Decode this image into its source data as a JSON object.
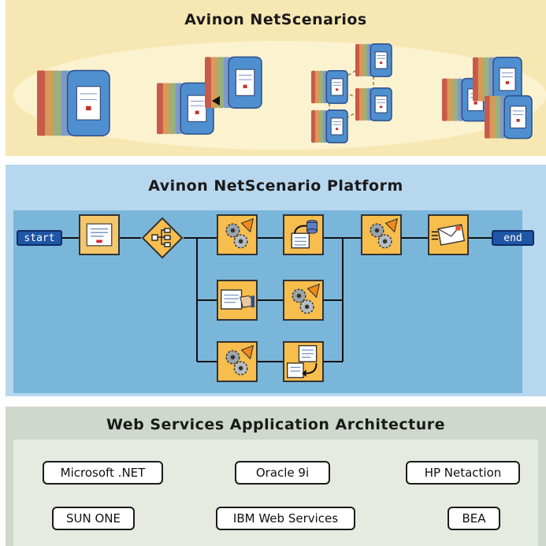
{
  "netscenarios": {
    "title": "Avinon NetScenarios"
  },
  "platform": {
    "title": "Avinon NetScenario Platform",
    "start_label": "start",
    "end_label": "end"
  },
  "architecture": {
    "title": "Web Services Application Architecture",
    "technologies": [
      "Microsoft .NET",
      "Oracle 9i",
      "HP Netaction",
      "SUN ONE",
      "IBM Web Services",
      "BEA"
    ]
  },
  "colors": {
    "top_panel": "#f7e7b3",
    "middle_panel": "#b7d7ee",
    "flow_area": "#7ab6d9",
    "bottom_panel": "#cfd8cc",
    "node_fill": "#f7bd4d",
    "terminal_fill": "#1f56a6"
  },
  "icons": {
    "document": "document-icon",
    "decision": "decision-diamond-icon",
    "gears": "gears-icon",
    "database": "database-icon",
    "handoff": "hand-document-icon",
    "transform": "document-transform-icon",
    "envelope": "envelope-icon"
  }
}
